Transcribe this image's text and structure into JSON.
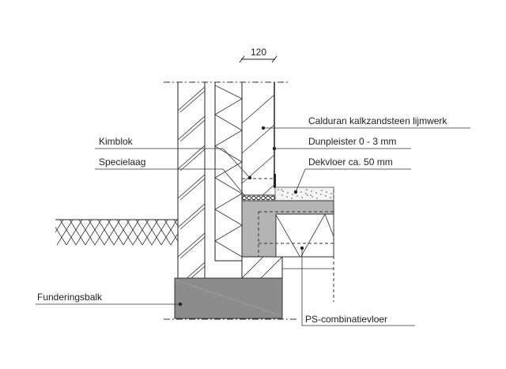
{
  "dimension": "120",
  "labels": {
    "calduran": "Calduran kalkzandsteen lijmwerk",
    "dunpleister": "Dunpleister 0 - 3 mm",
    "dekvloer": "Dekvloer ca. 50 mm",
    "kimblok": "Kimblok",
    "specielaag": "Specielaag",
    "funderingsbalk": "Funderingsbalk",
    "ps_vloer": "PS-combinatievloer"
  },
  "colors": {
    "concrete": "#8c8c8c",
    "slab": "#b4b4b4",
    "line": "#222222"
  }
}
